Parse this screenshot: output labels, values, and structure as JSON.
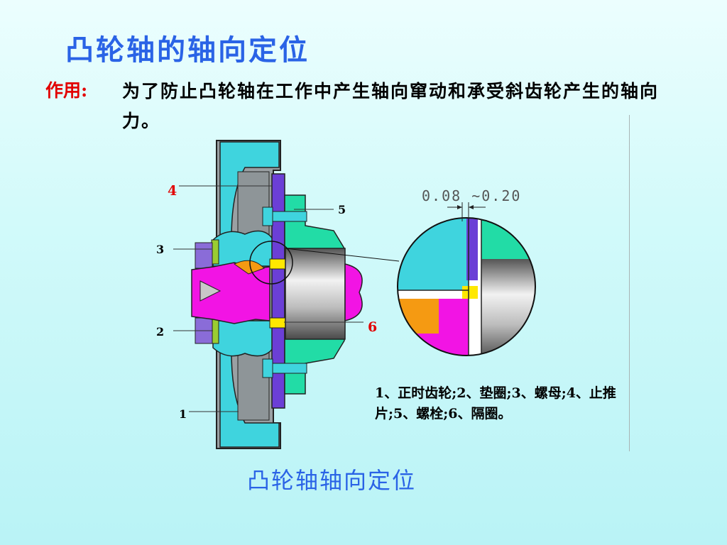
{
  "title": "凸轮轴的轴向定位",
  "purpose_label": "作用:",
  "purpose_text": "为了防止凸轮轴在工作中产生轴向窜动和承受斜齿轮产生的轴向力。",
  "tolerance": "0.08 ~0.20",
  "part_labels": [
    "1",
    "2",
    "3",
    "4",
    "5",
    "6"
  ],
  "legend": "1、正时齿轮;2、垫圈;3、螺母;4、止推片;5、螺栓;6、隔圈。",
  "caption": "凸轮轴轴向定位",
  "colors": {
    "title": "#2a63e6",
    "label_red": "#e20000",
    "cyan_part": "#3fd4de",
    "magenta_part": "#f214e4",
    "purple_part": "#6b3fd6",
    "yellow_part": "#ffe800",
    "green_part": "#22dca6",
    "orange_part": "#f59a12",
    "olive_part": "#9acd32"
  }
}
